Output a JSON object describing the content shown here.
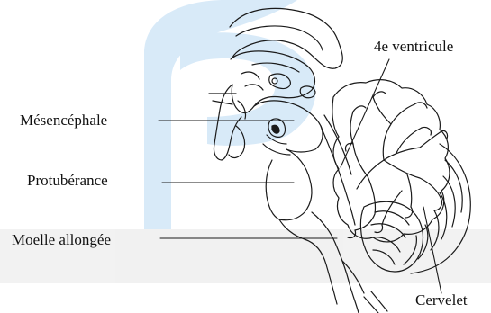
{
  "labels": {
    "mesencephale": "Mésencéphale",
    "protuberance": "Protubérance",
    "moelle": "Moelle allongée",
    "ventricule": "4e ventricule",
    "cervelet": "Cervelet"
  },
  "colors": {
    "ink": "#1a1a1a",
    "watermark_blue": "#b9d9f4",
    "watermark_gray": "#e7e7e7"
  }
}
